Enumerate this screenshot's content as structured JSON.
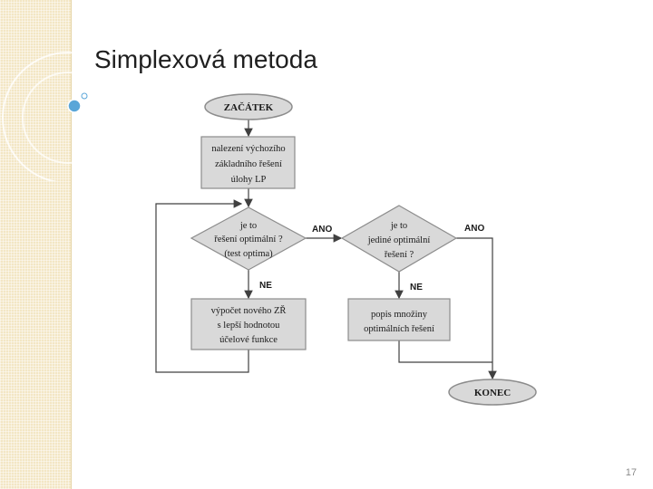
{
  "slide": {
    "title": "Simplexová metoda",
    "page_number": "17"
  },
  "flowchart": {
    "start": "ZAČÁTEK",
    "init": [
      "nalezení výchozího",
      "základního řešení",
      "úlohy LP"
    ],
    "test_opt": [
      "je to",
      "řešení optimální ?",
      "(test optima)"
    ],
    "test_unique": [
      "je to",
      "jediné optimální",
      "řešení ?"
    ],
    "compute": [
      "výpočet nového ZŘ",
      "s lepší hodnotou",
      "účelové funkce"
    ],
    "describe": [
      "popis množiny",
      "optimálních řešení"
    ],
    "end": "KONEC",
    "yes_1": "ANO",
    "yes_2": "ANO",
    "no_1": "NE",
    "no_2": "NE"
  },
  "colors": {
    "box_fill": "#d9d9d9",
    "box_stroke": "#8c8c8c",
    "line": "#404040"
  }
}
